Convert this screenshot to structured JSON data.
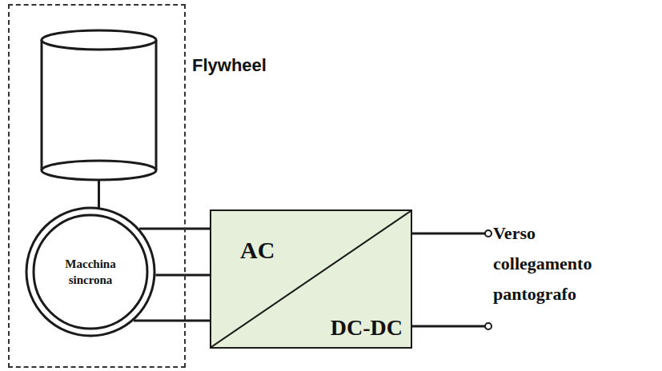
{
  "diagram": {
    "nodes": [
      {
        "text": [
          "Flywheel"
        ]
      },
      {
        "text": [
          "Macchina sincrona"
        ],
        "in": 0
      },
      {
        "text": [
          "AC",
          "DC-DC"
        ]
      }
    ],
    "edges": [
      {
        "from": 1,
        "to": 2,
        "arrow": "none"
      }
    ],
    "labels": [
      "Verso collegamento pantografo"
    ]
  }
}
